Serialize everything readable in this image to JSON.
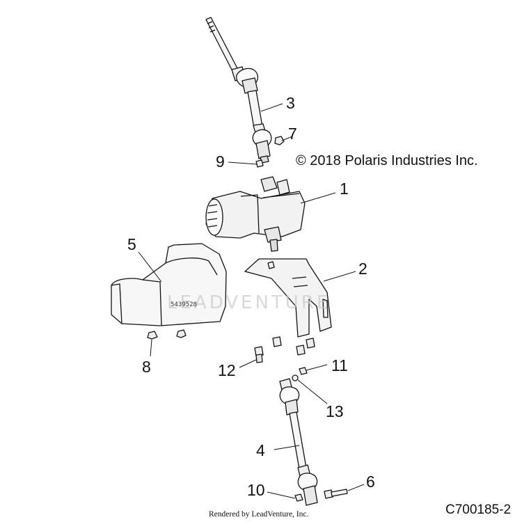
{
  "copyright": "© 2018 Polaris Industries Inc.",
  "watermark": "LEADVENTURE",
  "footer": {
    "rendered_by": "Rendered by LeadVenture, Inc.",
    "diagram_code": "C700185-2"
  },
  "part_stamp": "5439528",
  "callouts": [
    {
      "id": "1",
      "label": "1"
    },
    {
      "id": "2",
      "label": "2"
    },
    {
      "id": "3",
      "label": "3"
    },
    {
      "id": "4",
      "label": "4"
    },
    {
      "id": "5",
      "label": "5"
    },
    {
      "id": "6",
      "label": "6"
    },
    {
      "id": "7",
      "label": "7"
    },
    {
      "id": "8",
      "label": "8"
    },
    {
      "id": "9",
      "label": "9"
    },
    {
      "id": "10",
      "label": "10"
    },
    {
      "id": "11",
      "label": "11"
    },
    {
      "id": "12",
      "label": "12"
    },
    {
      "id": "13",
      "label": "13"
    }
  ]
}
